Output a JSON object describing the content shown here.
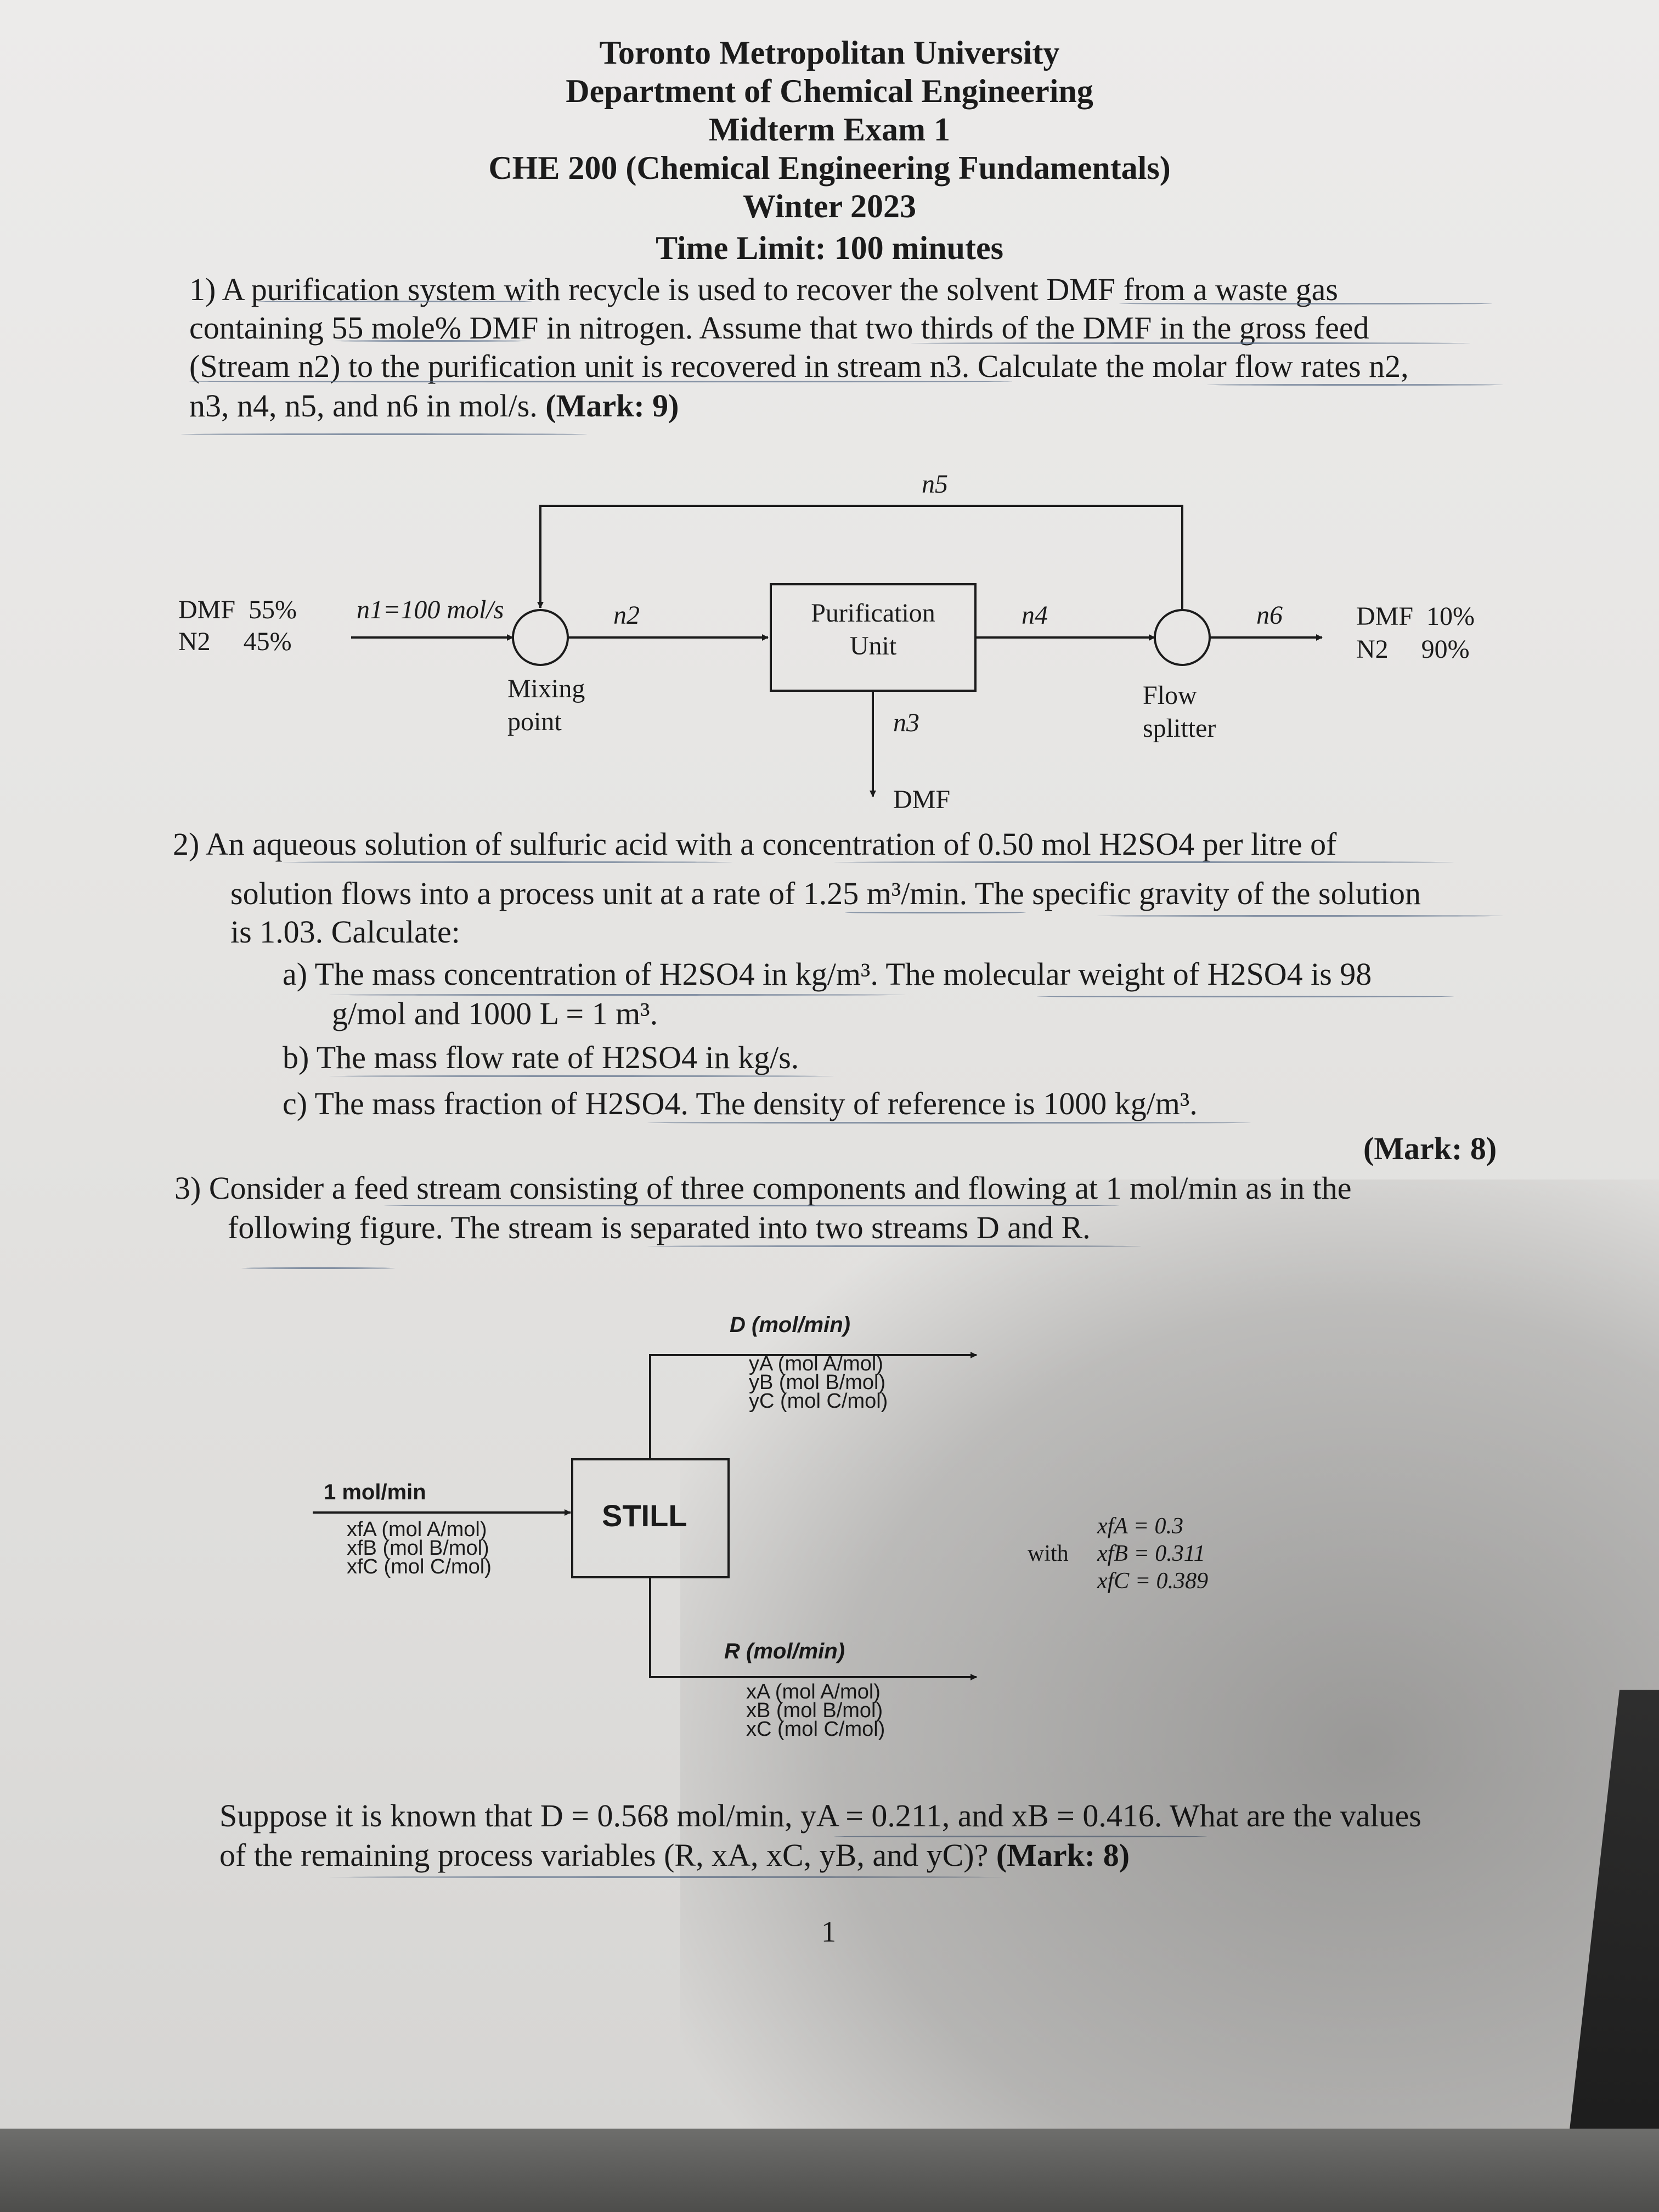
{
  "header": {
    "university": "Toronto Metropolitan University",
    "department": "Department of Chemical Engineering",
    "exam": "Midterm Exam 1",
    "course": "CHE 200 (Chemical Engineering Fundamentals)",
    "term": "Winter 2023",
    "time_limit": "Time Limit: 100 minutes"
  },
  "q1": {
    "line1": "1) A purification system with recycle is used to recover the solvent DMF from a waste gas",
    "line2": "containing 55 mole% DMF in nitrogen. Assume that two thirds of the DMF in the gross feed",
    "line3": "(Stream n2) to the purification unit is recovered in stream n3. Calculate the molar flow rates n2,",
    "line4_vars": "n3, n4, n5, and n6 in mol/s.",
    "line4_mark": "(Mark: 9)",
    "diagram": {
      "n5": "n5",
      "feed_dmf": "DMF  55%",
      "feed_n2": "N2     45%",
      "n1": "n1=100 mol/s",
      "n2": "n2",
      "mixing_line1": "Mixing",
      "mixing_line2": "point",
      "unit_line1": "Purification",
      "unit_line2": "Unit",
      "n3": "n3",
      "dmf_out": "DMF",
      "n4": "n4",
      "splitter_line1": "Flow",
      "splitter_line2": "splitter",
      "n6": "n6",
      "out_dmf": "DMF  10%",
      "out_n2": "N2     90%"
    }
  },
  "q2": {
    "line1": "2)  An aqueous solution of sulfuric acid with a concentration of 0.50 mol H2SO4 per litre of",
    "line2": "solution flows into a process unit at a rate of 1.25 m³/min. The specific gravity of the solution",
    "line3": "is 1.03. Calculate:",
    "a1": "a)  The mass concentration of H2SO4 in kg/m³. The molecular weight of H2SO4 is 98",
    "a2": "g/mol and 1000 L = 1 m³.",
    "b": "b)  The mass flow rate of H2SO4 in kg/s.",
    "c": "c)  The mass fraction of H2SO4. The density of reference is 1000 kg/m³.",
    "mark": "(Mark: 8)"
  },
  "q3": {
    "line1": "3)  Consider a feed stream consisting of three components and flowing at 1 mol/min as in the",
    "line2": "following figure. The stream is separated into two streams D and R.",
    "diagram": {
      "d_label": "D (mol/min)",
      "ya": "yA (mol A/mol)",
      "yb": "yB (mol B/mol)",
      "yc": "yC (mol C/mol)",
      "feed_label": "1 mol/min",
      "xfa": "xfA (mol A/mol)",
      "xfb": "xfB (mol B/mol)",
      "xfc": "xfC (mol C/mol)",
      "still": "STILL",
      "r_label": "R (mol/min)",
      "xa": "xA (mol A/mol)",
      "xb": "xB (mol B/mol)",
      "xc": "xC (mol C/mol)",
      "with": "with",
      "xfa_val": "xfA = 0.3",
      "xfb_val": "xfB = 0.311",
      "xfc_val": "xfC = 0.389"
    },
    "suppose1": "Suppose it is known that D = 0.568 mol/min, yA = 0.211, and xB = 0.416. What are the values",
    "suppose2_text": "of the remaining process variables (R, xA, xC, yB, and yC)?",
    "suppose2_mark": "(Mark: 8)"
  },
  "page_number": "1"
}
